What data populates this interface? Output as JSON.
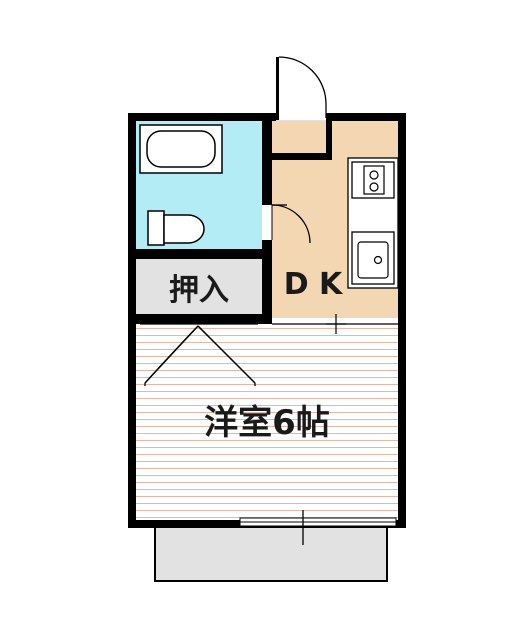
{
  "rooms": {
    "closet_label": "押入",
    "dk_label": "D K",
    "western_label": "洋室6帖"
  },
  "colors": {
    "wall": "#000000",
    "bathroom": "#b3ecf5",
    "dk_floor": "#f3d6b2",
    "closet": "#e2e2e2",
    "balcony": "#e2e2e2",
    "floor_lines": "#e8b6a6",
    "entry": "#e2e2e2"
  }
}
